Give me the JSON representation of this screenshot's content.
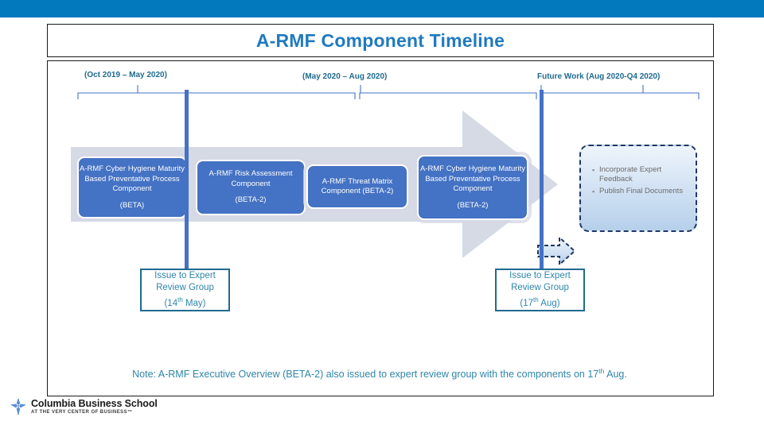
{
  "slide": {
    "title": "A-RMF Component Timeline",
    "top_band_color": "#0278BD",
    "title_color": "#1F7AC0",
    "accent_blue": "#4472C4",
    "teal": "#2E86A8"
  },
  "phases": [
    {
      "label": "(Oct 2019 – May 2020)"
    },
    {
      "label": "(May 2020 – Aug 2020)"
    },
    {
      "label": "Future Work (Aug 2020-Q4 2020)"
    }
  ],
  "components": [
    {
      "name": "A-RMF Cyber Hygiene Maturity Based Preventative Process Component",
      "status": "(BETA)"
    },
    {
      "name": "A-RMF Risk Assessment Component",
      "status": "(BETA-2)"
    },
    {
      "name": "A-RMF Threat Matrix Component (BETA-2)",
      "status": ""
    },
    {
      "name": "A-RMF Cyber Hygiene Maturity Based Preventative Process Component",
      "status": "(BETA-2)"
    }
  ],
  "future_work": {
    "bullet": "▪",
    "items": [
      "Incorporate Expert Feedback",
      "Publish Final Documents"
    ]
  },
  "milestones": [
    {
      "line1": "Issue to Expert",
      "line2": "Review Group",
      "date_prefix": "(14",
      "date_sup": "th",
      "date_suffix": " May)"
    },
    {
      "line1": "Issue to Expert",
      "line2": "Review Group",
      "date_prefix": "(17",
      "date_sup": "th",
      "date_suffix": " Aug)"
    }
  ],
  "note": {
    "prefix": "Note: A-RMF Executive Overview (BETA-2) also issued to expert review group with the components on 17",
    "sup": "th",
    "suffix": " Aug."
  },
  "footer": {
    "logo_icon": "columbia-crown-icon",
    "name": "Columbia Business School",
    "tagline": "AT THE VERY CENTER OF BUSINESS™"
  }
}
